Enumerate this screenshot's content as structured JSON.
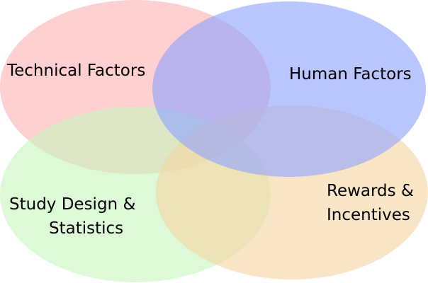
{
  "diagram": {
    "type": "venn",
    "sets": [
      {
        "label_lines": [
          "Technical Factors"
        ],
        "color": "#ffb3b3"
      },
      {
        "label_lines": [
          "Human Factors"
        ],
        "color": "#8fa3ff"
      },
      {
        "label_lines": [
          "Study Design &",
          "Statistics"
        ],
        "color": "#c8f5bf"
      },
      {
        "label_lines": [
          "Rewards &",
          "Incentives"
        ],
        "color": "#f5d7a3"
      }
    ]
  }
}
